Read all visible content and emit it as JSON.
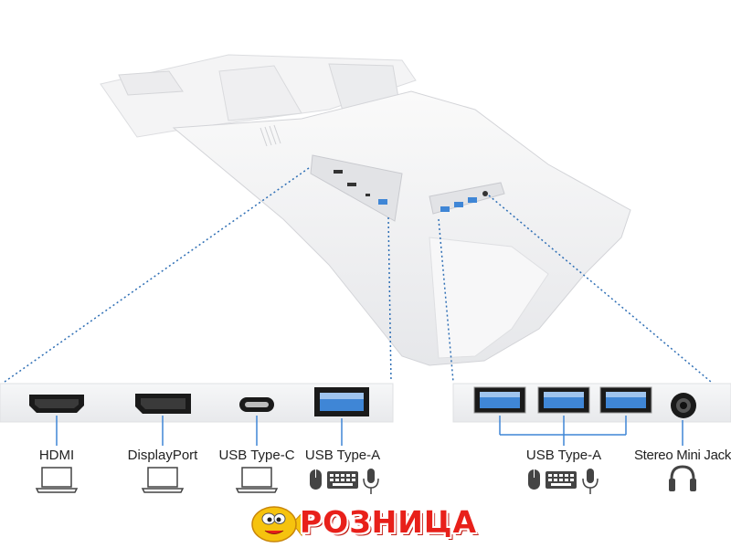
{
  "ports_left": [
    {
      "id": "hdmi",
      "label": "HDMI",
      "device": "laptop-icon"
    },
    {
      "id": "displayport",
      "label": "DisplayPort",
      "device": "laptop-icon"
    },
    {
      "id": "usb-c",
      "label": "USB Type-C",
      "device": "laptop-icon"
    },
    {
      "id": "usb-a",
      "label": "USB Type-A",
      "device": [
        "mouse-icon",
        "keyboard-icon",
        "microphone-icon"
      ]
    }
  ],
  "ports_right": [
    {
      "id": "usb-a-hub",
      "label": "USB Type-A",
      "count": 3,
      "device": [
        "mouse-icon",
        "keyboard-icon",
        "microphone-icon"
      ]
    },
    {
      "id": "audio",
      "label": "Stereo Mini Jack",
      "device": "headphones-icon"
    }
  ],
  "logo": {
    "text": "РОЗНИЦА",
    "image": "fish-mascot"
  },
  "colors": {
    "usb_blue": "#3f86d6",
    "callout_line": "#2f6fb5",
    "port_black": "#1a1a1a",
    "panel": "#f1f2f4",
    "logo_red": "#e8201a",
    "logo_yellow": "#f6c30e"
  }
}
